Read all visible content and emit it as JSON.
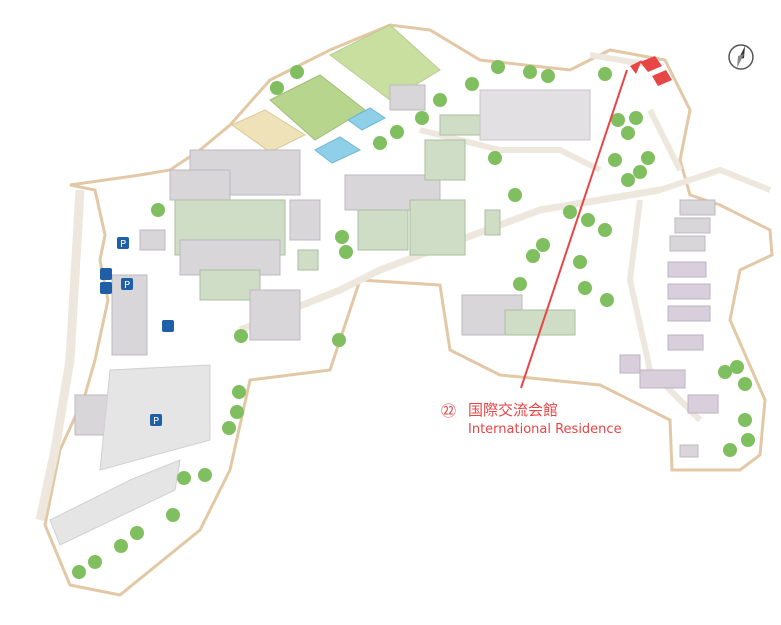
{
  "map": {
    "marker_number": "㉒",
    "facility_name_jp": "国際交流会館",
    "facility_name_en": "International Residence",
    "parking_label": "P",
    "highlight_color": "#e84545",
    "building_color": "#d9d6da",
    "green_color": "#a9c9a3",
    "field_color": "#c8dfa0",
    "water_color": "#8fd0e8",
    "tree_color": "#7fbf5f",
    "border_color": "#e3c8a6",
    "icons": [
      "compass-icon",
      "parking-icon",
      "bicycle-icon",
      "car-icon",
      "tree-icon",
      "building-icon"
    ]
  }
}
